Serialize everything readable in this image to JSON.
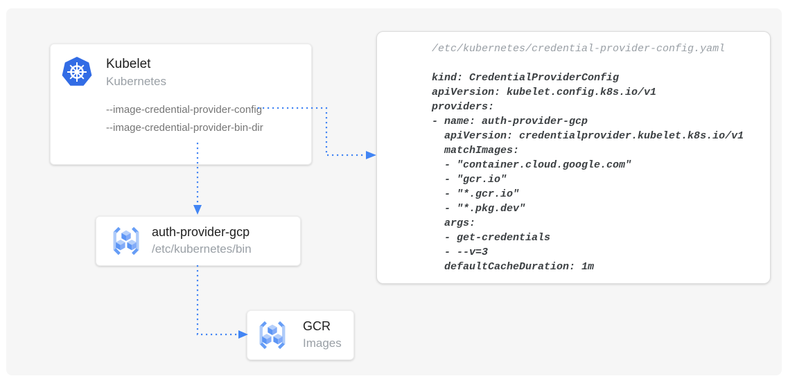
{
  "diagram": {
    "nodes": {
      "kubelet": {
        "title": "Kubelet",
        "subtitle": "Kubernetes",
        "icon": "kubernetes-helm-icon",
        "flags": [
          "--image-credential-provider-config",
          "--image-credential-provider-bin-dir"
        ]
      },
      "auth_provider": {
        "title": "auth-provider-gcp",
        "subtitle": "/etc/kubernetes/bin",
        "icon": "gcr-cubes-icon"
      },
      "gcr": {
        "title": "GCR",
        "subtitle": "Images",
        "icon": "gcr-cubes-icon"
      }
    },
    "code": {
      "filename": "/etc/kubernetes/credential-provider-config.yaml",
      "lines": [
        "kind: CredentialProviderConfig",
        "apiVersion: kubelet.config.k8s.io/v1",
        "providers:",
        "- name: auth-provider-gcp",
        "  apiVersion: credentialprovider.kubelet.k8s.io/v1",
        "  matchImages:",
        "  - \"container.cloud.google.com\"",
        "  - \"gcr.io\"",
        "  - \"*.gcr.io\"",
        "  - \"*.pkg.dev\"",
        "  args:",
        "  - get-credentials",
        "  - --v=3",
        "  defaultCacheDuration: 1m"
      ]
    },
    "colors": {
      "arrow_blue": "#4285f4",
      "kubernetes_blue": "#326ce5",
      "gcr_light_blue": "#aecbfa",
      "gcr_medium_blue": "#669df6",
      "panel_bg": "#f6f6f6",
      "code_text": "#3c4043",
      "muted_text": "#9aa0a6"
    }
  }
}
